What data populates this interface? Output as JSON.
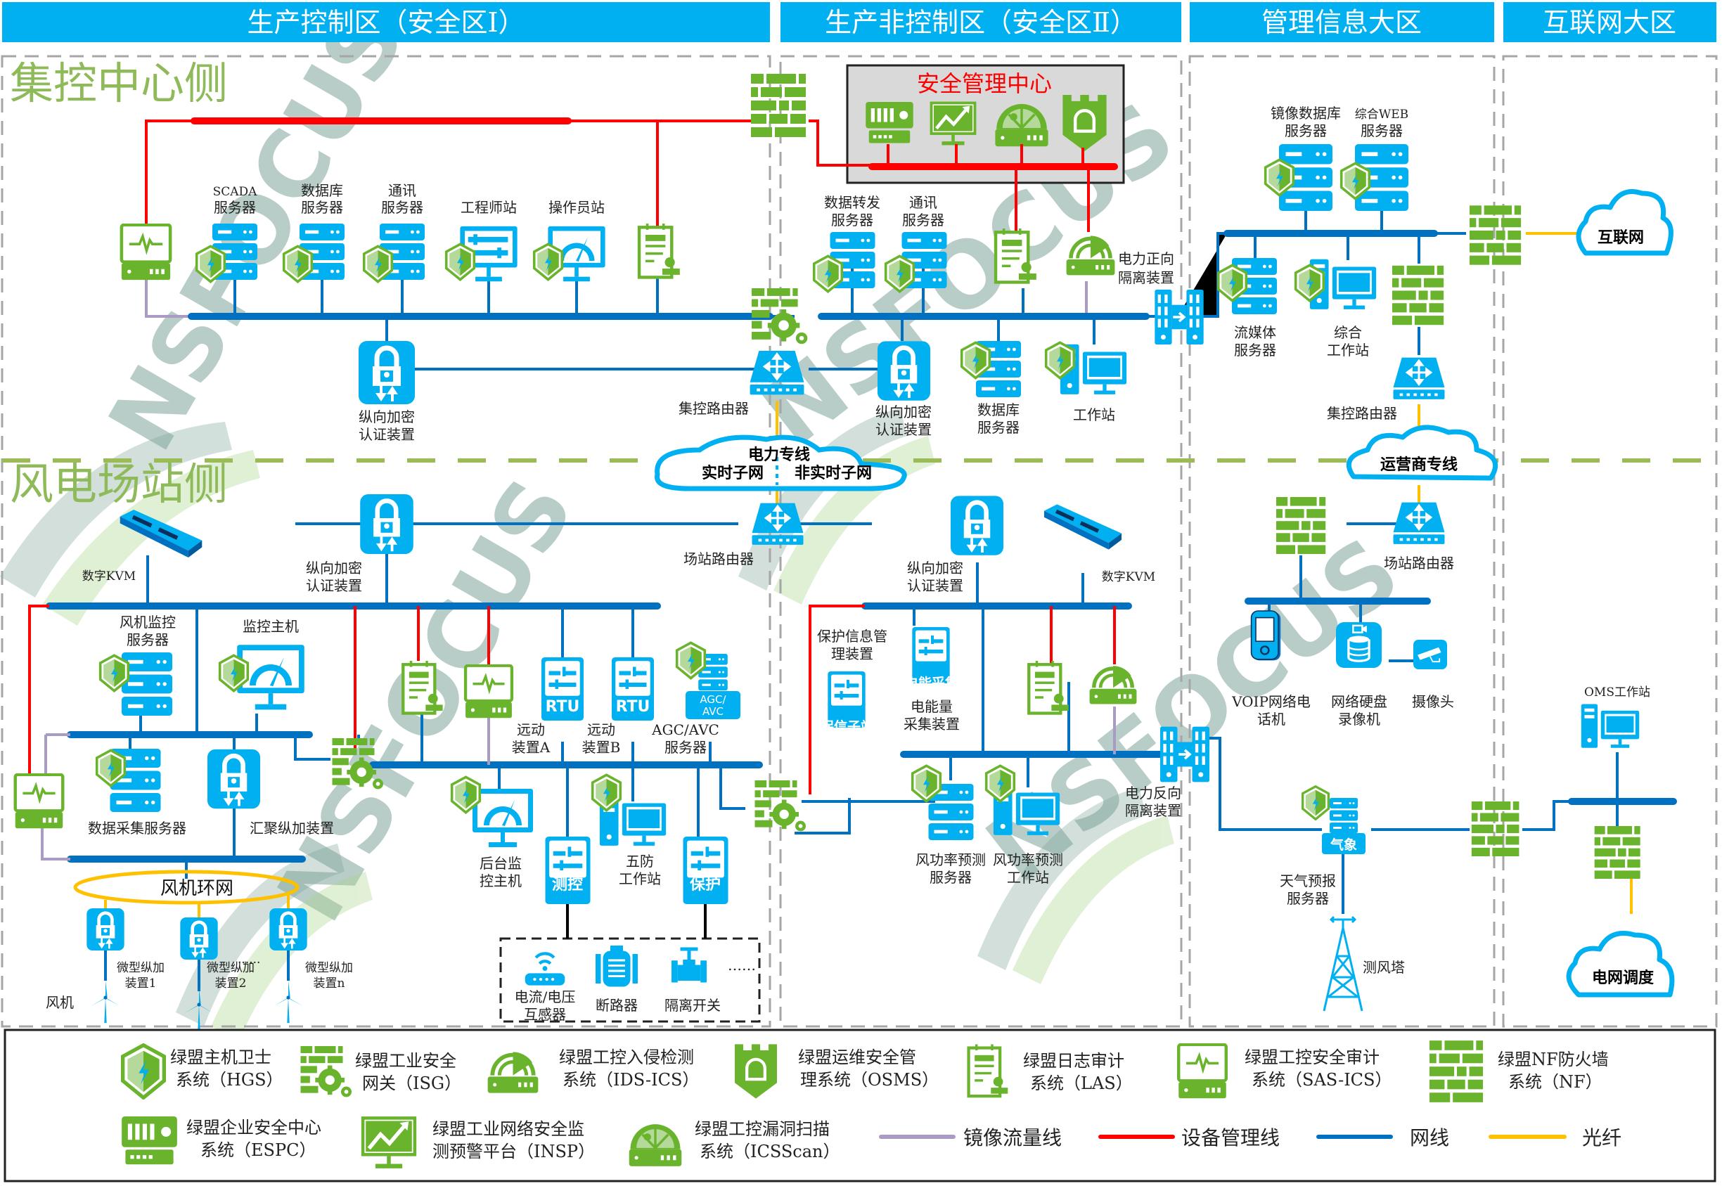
{
  "zones": [
    {
      "title": "生产控制区（安全区Ⅰ）"
    },
    {
      "title": "生产非控制区（安全区Ⅱ）"
    },
    {
      "title": "管理信息大区"
    },
    {
      "title": "互联网大区"
    }
  ],
  "sides": {
    "control_center": "集控中心侧",
    "wind_station": "风电场站侧"
  },
  "watermark": "NSFOCUS",
  "colors": {
    "header_bg": "#00b0f0",
    "device_blue": "#00b0f0",
    "security_green": "#6ab42d",
    "network_line": "#0070c0",
    "management_line": "#ff0000",
    "mirror_line": "#a99bc4",
    "fiber_line": "#ffc000",
    "side_title": "#8fba5a"
  },
  "smc": {
    "title": "安全管理中心"
  },
  "clouds": {
    "power_line": {
      "title": "电力专线",
      "left": "实时子网",
      "right": "非实时子网"
    },
    "carrier": "运营商专线",
    "internet": "互联网",
    "grid_dispatch": "电网调度"
  },
  "center": {
    "scada": [
      "SCADA",
      "服务器"
    ],
    "db": [
      "数据库",
      "服务器"
    ],
    "comm": [
      "通讯",
      "服务器"
    ],
    "engineer": "工程师站",
    "operator": "操作员站",
    "vert_enc": [
      "纵向加密",
      "认证装置"
    ],
    "router": "集控路由器",
    "z2_forward": [
      "数据转发",
      "服务器"
    ],
    "z2_comm": [
      "通讯",
      "服务器"
    ],
    "z2_vert_enc": [
      "纵向加密",
      "认证装置"
    ],
    "z2_db": [
      "数据库",
      "服务器"
    ],
    "z2_ws": "工作站",
    "fwd_isolation": [
      "电力正向",
      "隔离装置"
    ],
    "mirror_db": [
      "镜像数据库",
      "服务器"
    ],
    "web_srv": [
      "综合WEB",
      "服务器"
    ],
    "stream_srv": [
      "流媒体",
      "服务器"
    ],
    "general_ws": [
      "综合",
      "工作站"
    ],
    "z3_router": "集控路由器"
  },
  "station": {
    "kvm": "数字KVM",
    "vert_enc": [
      "纵向加密",
      "认证装置"
    ],
    "router": "场站路由器",
    "fan_monitor": [
      "风机监控",
      "服务器"
    ],
    "monitor_host": "监控主机",
    "data_collect": "数据采集服务器",
    "agg_enc": "汇聚纵加装置",
    "ring": "风机环网",
    "micro_enc": [
      [
        "微型纵加",
        "装置1"
      ],
      [
        "微型纵加",
        "装置2"
      ],
      [
        "微型纵加",
        "装置n"
      ]
    ],
    "turbine": "风机",
    "ellipsis": "······",
    "rtu_a": [
      "远动",
      "装置A"
    ],
    "rtu_b": [
      "远动",
      "装置B"
    ],
    "rtu_tag": "RTU",
    "agc_tag": [
      "AGC/",
      "AVC"
    ],
    "agc_srv": [
      "AGC/AVC",
      "服务器"
    ],
    "backend": [
      "后台监",
      "控主机"
    ],
    "wufang": [
      "五防",
      "工作站"
    ],
    "measure_tag": "测控",
    "protect_tag": "保护",
    "ct_vt": [
      "电流/电压",
      "互感器"
    ],
    "breaker": "断路器",
    "switch": "隔离开关",
    "field_ellipsis": "……",
    "prot_info": [
      "保护信息管",
      "理装置"
    ],
    "prot_tag": "保信子站",
    "energy_tag": "电能采集",
    "energy": [
      "电能量",
      "采集装置"
    ],
    "z2_vert_enc": [
      "纵向加密",
      "认证装置"
    ],
    "z2_kvm": "数字KVM",
    "wind_srv": [
      "风功率预测",
      "服务器"
    ],
    "wind_ws": [
      "风功率预测",
      "工作站"
    ],
    "rev_isolation": [
      "电力反向",
      "隔离装置"
    ],
    "z3_router": "场站路由器",
    "voip": [
      "VOIP网络电",
      "话机"
    ],
    "nvr": [
      "网络硬盘",
      "录像机"
    ],
    "camera": "摄像头",
    "weather_tag": "气象",
    "weather": [
      "天气预报",
      "服务器"
    ],
    "tower": "测风塔",
    "oms": "OMS工作站"
  },
  "legend": {
    "products": [
      {
        "icon": "hgs-shield-icon",
        "label": [
          "绿盟主机卫士",
          "系统（HGS）"
        ]
      },
      {
        "icon": "isg-gateway-icon",
        "label": [
          "绿盟工业安全",
          "网关（ISG）"
        ]
      },
      {
        "icon": "ids-ics-icon",
        "label": [
          "绿盟工控入侵检测",
          "系统（IDS-ICS）"
        ]
      },
      {
        "icon": "osms-castle-icon",
        "label": [
          "绿盟运维安全管",
          "理系统（OSMS）"
        ]
      },
      {
        "icon": "las-log-icon",
        "label": [
          "绿盟日志审计",
          "系统（LAS）"
        ]
      },
      {
        "icon": "sas-ics-icon",
        "label": [
          "绿盟工控安全审计",
          "系统（SAS-ICS）"
        ]
      },
      {
        "icon": "nf-firewall-icon",
        "label": [
          "绿盟NF防火墙",
          "系统（NF）"
        ]
      },
      {
        "icon": "espc-icon",
        "label": [
          "绿盟企业安全中心",
          "系统（ESPC）"
        ]
      },
      {
        "icon": "insp-icon",
        "label": [
          "绿盟工业网络安全监",
          "测预警平台（INSP）"
        ]
      },
      {
        "icon": "icsscan-icon",
        "label": [
          "绿盟工控漏洞扫描",
          "系统（ICSScan）"
        ]
      }
    ],
    "lines": [
      {
        "label": "镜像流量线",
        "color": "#a99bc4"
      },
      {
        "label": "设备管理线",
        "color": "#ff0000"
      },
      {
        "label": "网线",
        "color": "#0070c0"
      },
      {
        "label": "光纤",
        "color": "#ffc000"
      }
    ]
  }
}
